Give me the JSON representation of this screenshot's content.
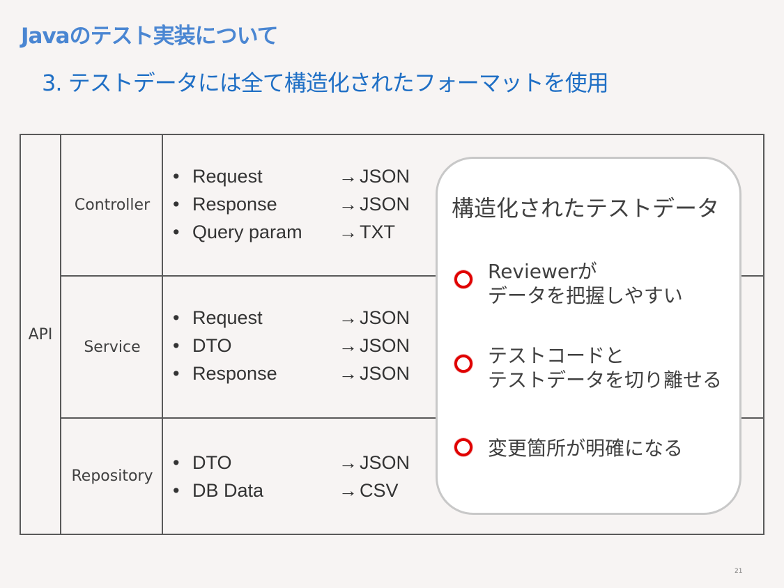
{
  "header": {
    "title": "Javaのテスト実装について",
    "subtitle": "3. テストデータには全て構造化されたフォーマットを使用"
  },
  "table": {
    "api_label": "API",
    "arrow": "→",
    "bullet": "•",
    "layers": [
      {
        "name": "Controller",
        "items": [
          {
            "name": "Request",
            "format": "JSON"
          },
          {
            "name": "Response",
            "format": "JSON"
          },
          {
            "name": "Query param",
            "format": "TXT"
          }
        ]
      },
      {
        "name": "Service",
        "items": [
          {
            "name": "Request",
            "format": "JSON"
          },
          {
            "name": "DTO",
            "format": "JSON"
          },
          {
            "name": "Response",
            "format": "JSON"
          }
        ]
      },
      {
        "name": "Repository",
        "items": [
          {
            "name": "DTO",
            "format": "JSON"
          },
          {
            "name": "DB Data",
            "format": "CSV"
          }
        ]
      }
    ]
  },
  "callout": {
    "title": "構造化されたテストデータ",
    "marker_icon": "red-circle-icon",
    "marker_color": "#e00000",
    "benefits": [
      {
        "line1": "Reviewerが",
        "line2": "データを把握しやすい"
      },
      {
        "line1": "テストコードと",
        "line2": "テストデータを切り離せる"
      },
      {
        "line1": "変更箇所が明確になる",
        "line2": ""
      }
    ]
  },
  "footer": {
    "page_number": "21"
  }
}
